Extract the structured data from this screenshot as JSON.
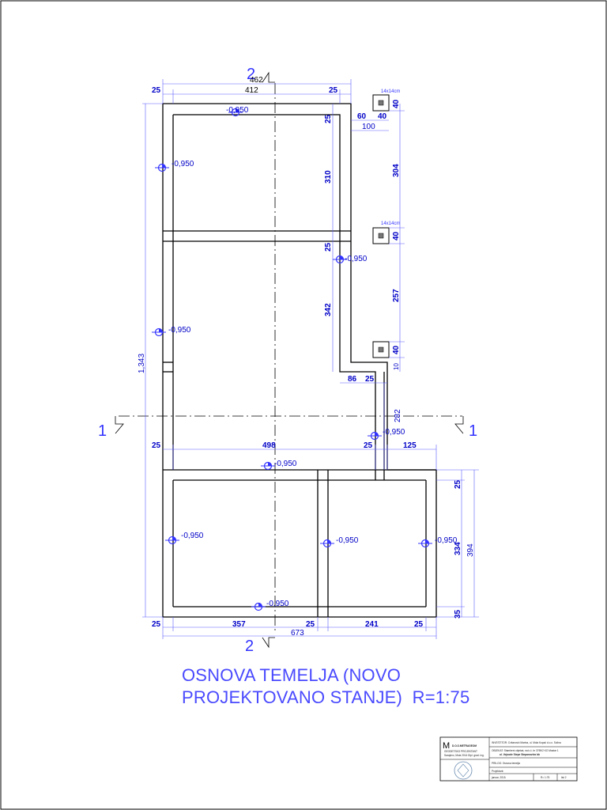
{
  "title": {
    "line1": "OSNOVA TEMELJA (NOVO",
    "line2": "PROJEKTOVANO STANJE)  R=1:75"
  },
  "section_marks": {
    "top": "2",
    "bottom": "2",
    "left": "1",
    "right": "1"
  },
  "level_mark": "-0,950",
  "dimensions": {
    "top_total": "462",
    "top_inner": "412",
    "top_wall_left": "25",
    "top_wall_right": "25",
    "left_total": "1,343",
    "right_upper_wall": "25",
    "right_upper_room": "310",
    "right_mid_wall": "25",
    "right_lower_room": "342",
    "step_width": "86",
    "step_wall": "25",
    "mid_wall_left": "25",
    "mid_inner": "498",
    "mid_wall_right": "25",
    "mid_extension": "125",
    "offset_vertical": "282",
    "lower_wall_top": "25",
    "lower_room": "334",
    "lower_total": "394",
    "lower_wall_bottom": "35",
    "bottom_wall_left": "25",
    "bottom_room_left": "357",
    "bottom_wall_mid": "25",
    "bottom_room_right": "241",
    "bottom_wall_right": "25",
    "bottom_total": "673",
    "pillar_size_1": "14x14cm",
    "pillar_size_2": "14x14cm",
    "pillar_offset_60": "60",
    "pillar_offset_40": "40",
    "pillar_offset_100": "100",
    "pillar_h_1": "40",
    "pillar_gap_1": "304",
    "pillar_h_2": "40",
    "pillar_gap_2": "257",
    "pillar_h_3": "40",
    "pillar_gap_3": "10"
  },
  "title_block": {
    "company": "D.O.O.METRAGEOM",
    "logo_letter": "M",
    "office_l1": "GEODETSKO PROJEKTANT",
    "office_l2": "Sarajevo, Mula 2014 Dipl. grad. ing.",
    "investor": "INVESTITOR: Cvitanović Marina, ul. Mula Kopač d.o.o. Solina",
    "object": "OBJEKAT: Stambeni objekat, na k.č. br 3769/2 KO Mostar 1",
    "object2": "ul. Vojvode Stepe Stepanovića bb",
    "content": "PRILOG: Osnova temelja",
    "designer": "Projektant:",
    "date": "januar, 2015.",
    "scale": "R= 1:75",
    "sheet": "list 2"
  }
}
